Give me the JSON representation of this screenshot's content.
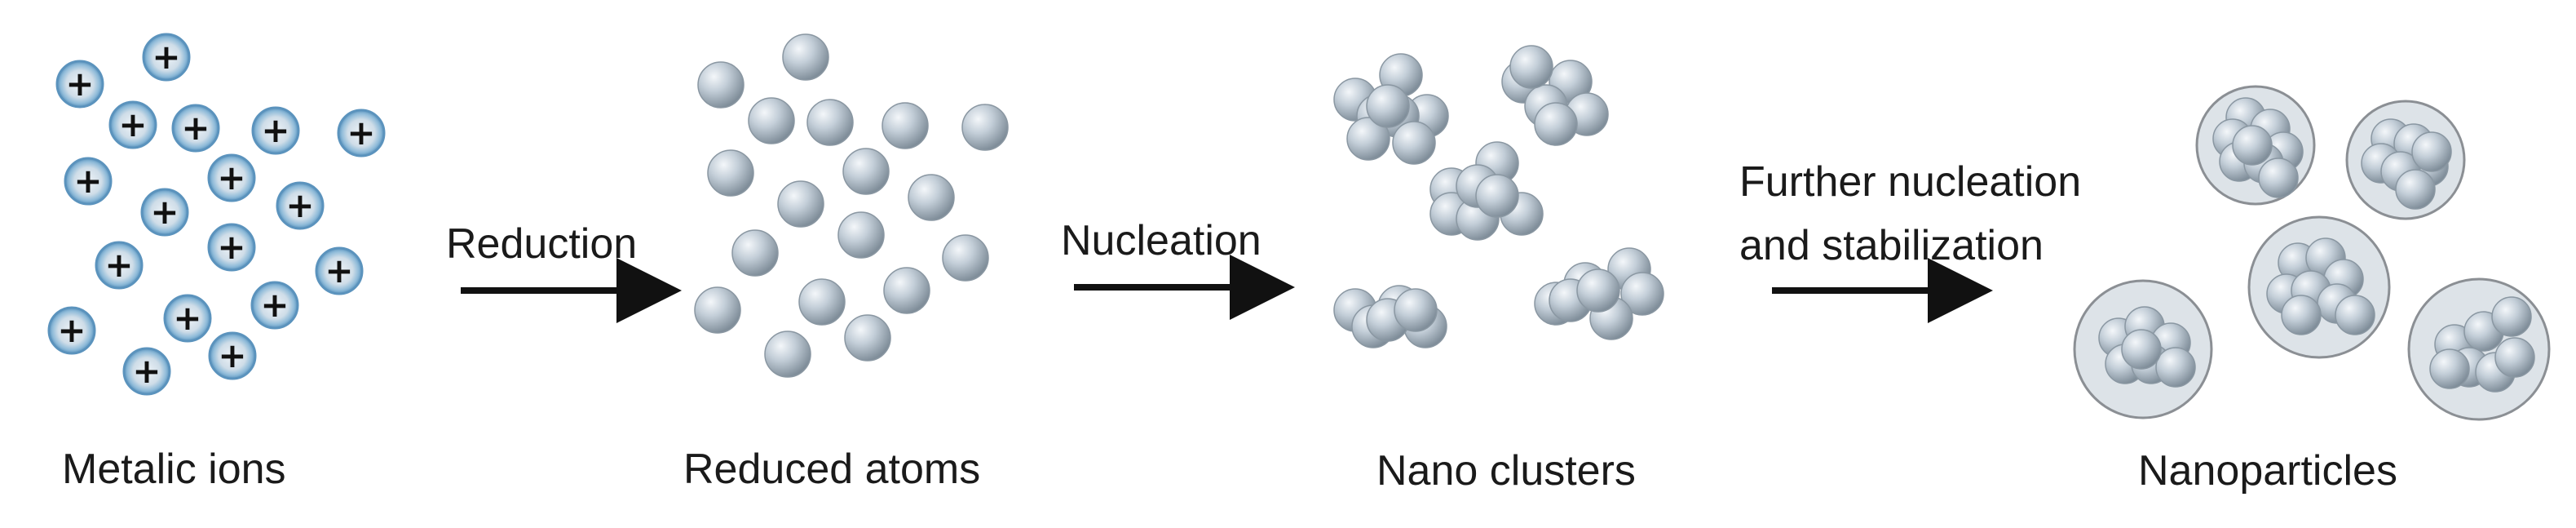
{
  "stages": [
    {
      "id": "ions",
      "label": "Metalic ions"
    },
    {
      "id": "atoms",
      "label": "Reduced atoms"
    },
    {
      "id": "clusters",
      "label": "Nano clusters"
    },
    {
      "id": "nanoparticles",
      "label": "Nanoparticles"
    }
  ],
  "steps": [
    {
      "id": "reduction",
      "lines": [
        "Reduction"
      ]
    },
    {
      "id": "nucleation",
      "lines": [
        "Nucleation"
      ]
    },
    {
      "id": "stabilization",
      "lines": [
        "Further nucleation",
        "and stabilization"
      ]
    }
  ],
  "ion_charge_symbol": "+",
  "colors": {
    "sphere_light": "#e9eef3",
    "sphere_mid": "#b9c6d1",
    "sphere_dark": "#7f8d99",
    "ion_halo": "#6aa6cf",
    "shell_fill": "#dde3e8",
    "shell_stroke": "#8b8f94",
    "arrow": "#111111",
    "text": "#1a1a1a"
  }
}
